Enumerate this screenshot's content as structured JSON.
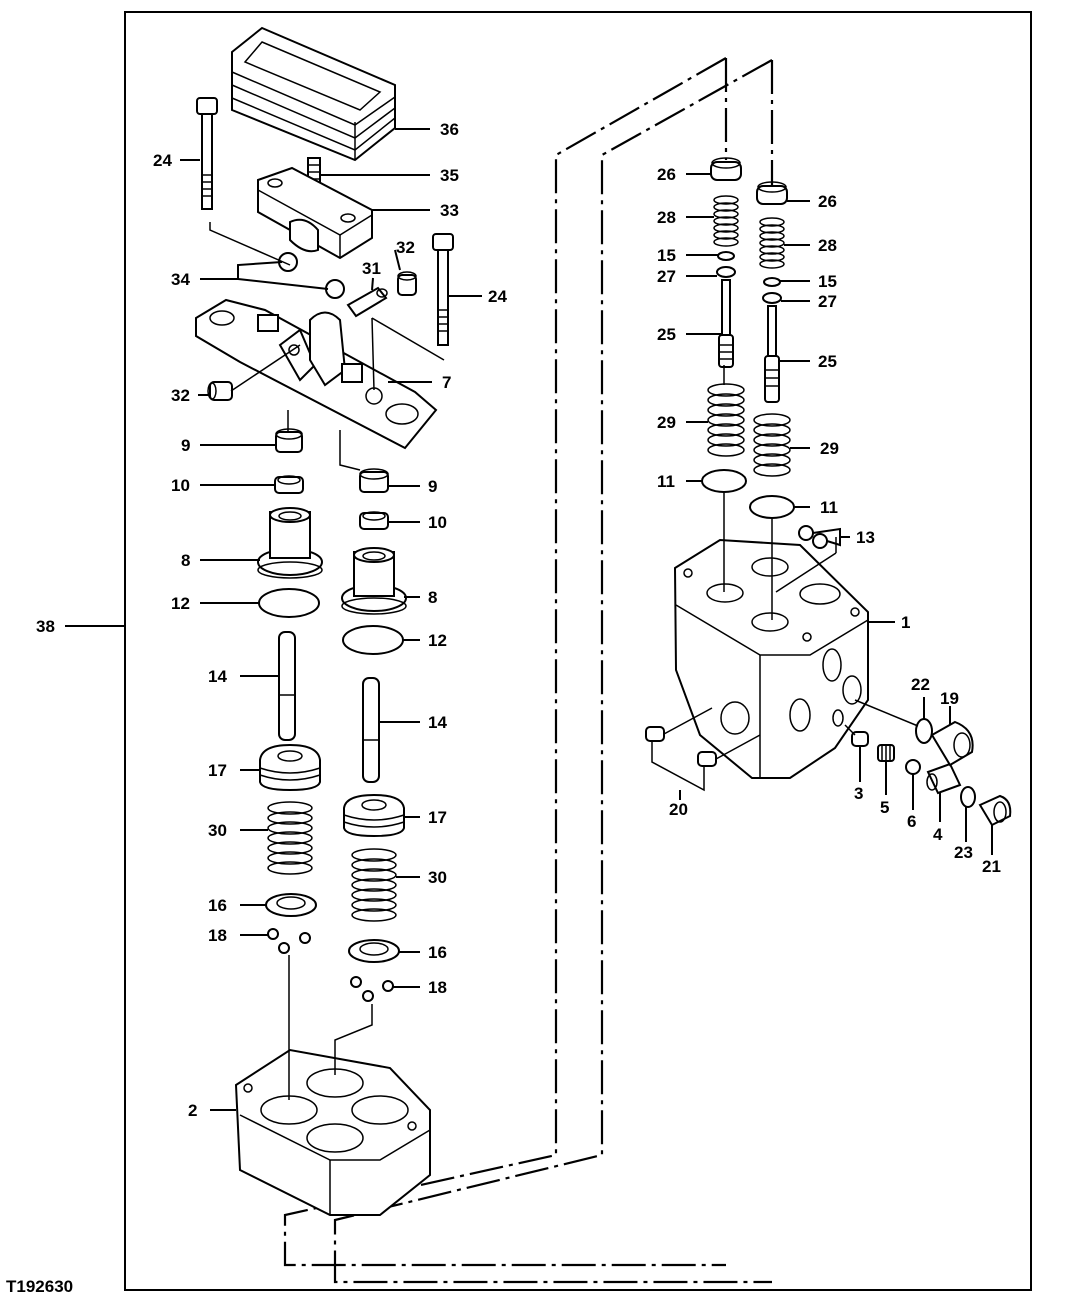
{
  "figure_id": "T192630",
  "callouts": {
    "c1": "1",
    "c2": "2",
    "c3": "3",
    "c4": "4",
    "c5": "5",
    "c6": "6",
    "c7": "7",
    "c8": "8",
    "c9": "9",
    "c10": "10",
    "c11": "11",
    "c12": "12",
    "c13": "13",
    "c14": "14",
    "c15": "15",
    "c16": "16",
    "c17": "17",
    "c18": "18",
    "c19": "19",
    "c20": "20",
    "c21": "21",
    "c22": "22",
    "c23": "23",
    "c24": "24",
    "c25": "25",
    "c26": "26",
    "c27": "27",
    "c28": "28",
    "c29": "29",
    "c30": "30",
    "c31": "31",
    "c32": "32",
    "c33": "33",
    "c34": "34",
    "c35": "35",
    "c36": "36",
    "c38": "38"
  }
}
